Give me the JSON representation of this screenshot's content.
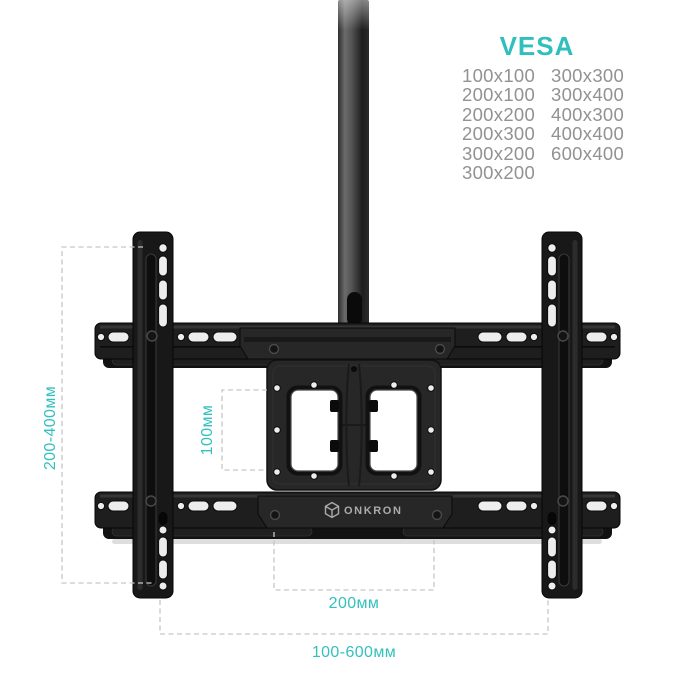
{
  "brand": {
    "logo_text": "ONKRON",
    "logo_icon": "cube-icon"
  },
  "vesa_panel": {
    "title": "VESA",
    "col1": [
      "100x100",
      "200x100",
      "200x200",
      "200x300",
      "300x200",
      "300x200"
    ],
    "col2": [
      "300x300",
      "300x400",
      "400x300",
      "400x400",
      "600x400"
    ]
  },
  "dimensions": {
    "vertical_range": "200-400мм",
    "vesa_vertical": "100мм",
    "vesa_horizontal": "200мм",
    "horizontal_range": "100-600мм"
  },
  "colors": {
    "accent_teal": "#2fbfbd",
    "size_text_gray": "#929292",
    "dash_gray": "#c6c6c6",
    "logo_gray": "#ababab"
  }
}
